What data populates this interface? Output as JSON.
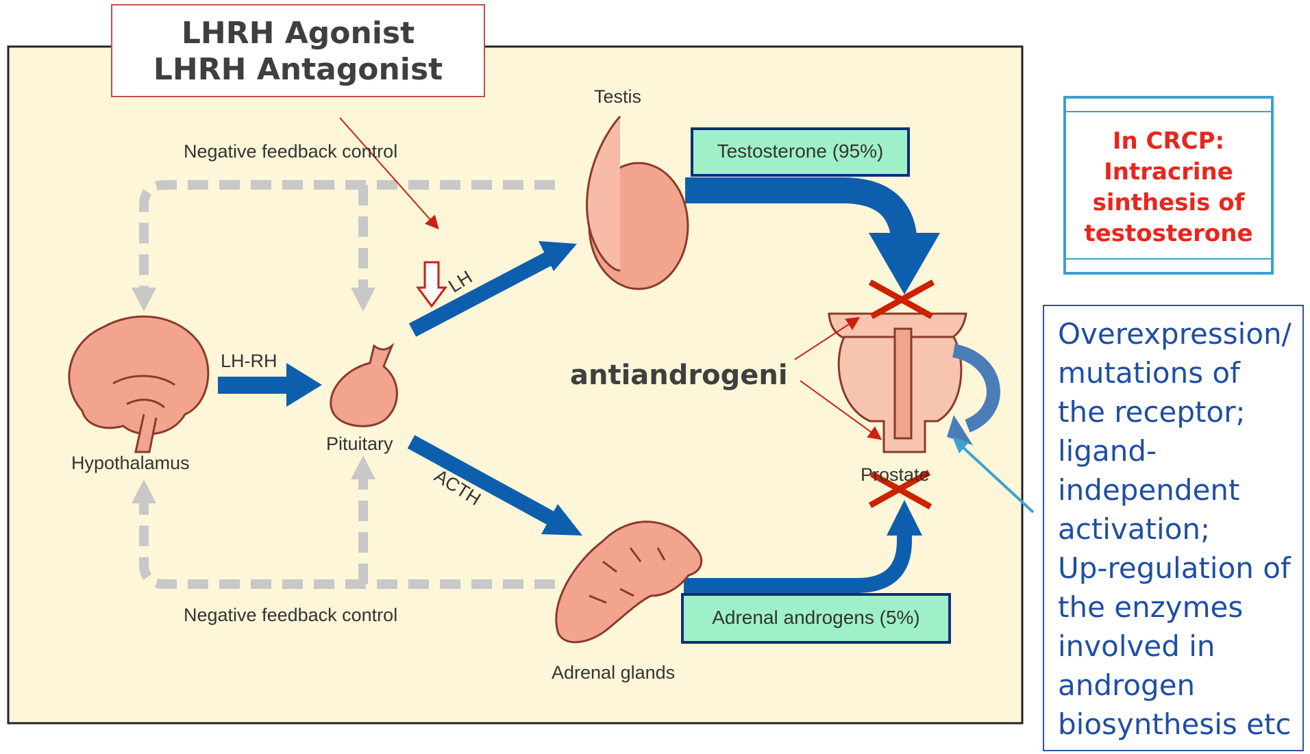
{
  "diagram": {
    "drug_box": {
      "line1": "LHRH Agonist",
      "line2": "LHRH Antagonist"
    },
    "labels": {
      "negative_feedback_top": "Negative feedback control",
      "negative_feedback_bottom": "Negative feedback control",
      "lh_rh": "LH-RH",
      "lh": "LH",
      "acth": "ACTH",
      "testis": "Testis",
      "pituitary": "Pituitary",
      "hypothalamus": "Hypothalamus",
      "adrenal_glands": "Adrenal glands",
      "prostate": "Prostate",
      "antiandrogens": "antiandrogeni"
    },
    "sources": {
      "testosterone": "Testosterone (95%)",
      "adrenal": "Adrenal androgens (5%)"
    },
    "crcp_note": "In CRCP:\nIntracrine\nsinthesis of\ntestosterone",
    "resistance_note": "Overexpression/\nmutations of\nthe receptor;\nligand-\nindependent\nactivation;\nUp-regulation of\nthe enzymes\ninvolved in\nandrogen\nbiosynthesis etc",
    "colors": {
      "panel_bg": "#fdf6d8",
      "arrow_blue": "#0d5fae",
      "feedback_gray": "#c8c8c8",
      "organ_fill": "#f3a48e",
      "organ_stroke": "#8a3a2a",
      "label_green": "#9ff0c8",
      "cross_red": "#cc2200",
      "note_blue": "#1f4ea3",
      "crcp_red": "#e8261c",
      "crcp_border": "#3a9fd0"
    }
  }
}
